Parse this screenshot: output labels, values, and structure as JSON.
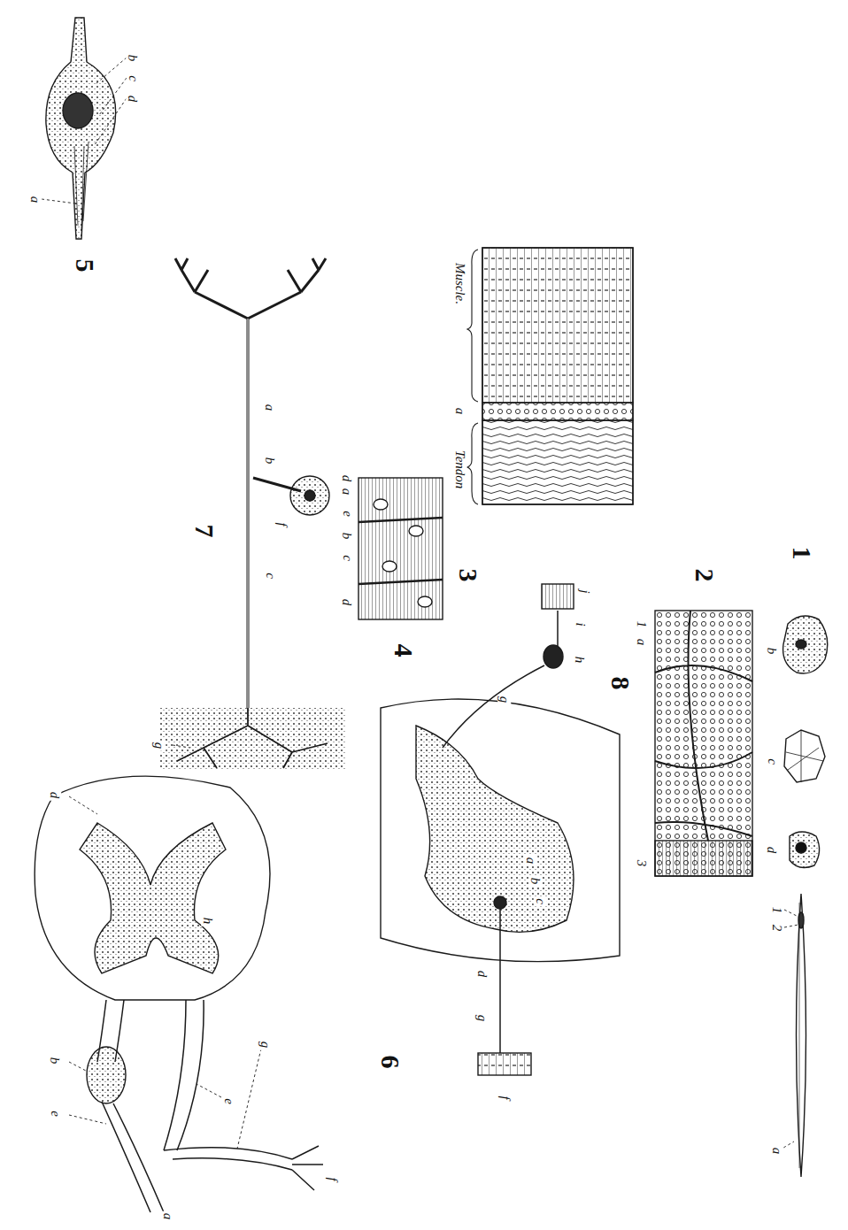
{
  "diagram": {
    "labels": [
      "1",
      "a",
      "1",
      "2",
      "b",
      "c",
      "d",
      "2",
      "1",
      "a",
      "3",
      "3",
      "Muscle.",
      "a",
      "Tendon",
      "4",
      "a",
      "b",
      "c",
      "d",
      "5",
      "a",
      "b",
      "c",
      "d",
      "6",
      "d",
      "b",
      "e",
      "a",
      "e",
      "g",
      "f",
      "h",
      "7",
      "a",
      "b",
      "c",
      "d",
      "e",
      "f",
      "g",
      "8",
      "a",
      "b",
      "c",
      "d",
      "g",
      "f",
      "g",
      "h",
      "i",
      "j"
    ]
  }
}
